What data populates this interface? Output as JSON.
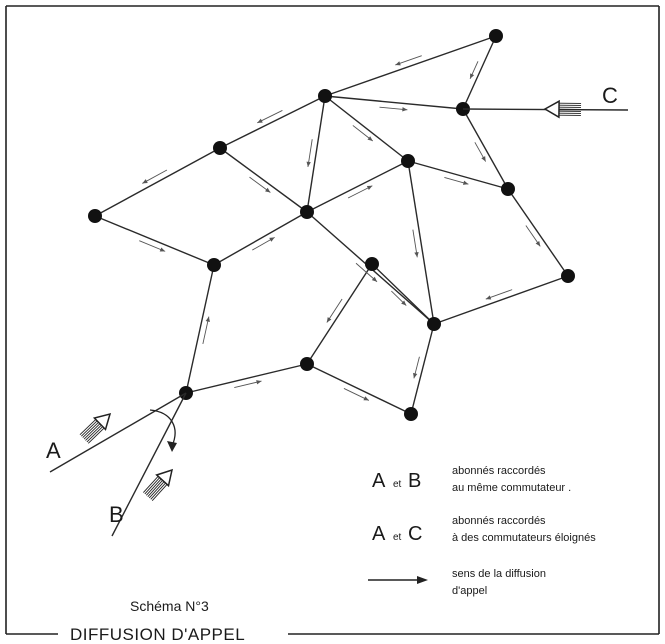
{
  "diagram": {
    "frame": true,
    "colors": {
      "ink": "#1a1a1a",
      "node": "#111111",
      "paper": "#ffffff"
    },
    "nodes": [
      {
        "id": "n_top"
      },
      {
        "id": "n_ul"
      },
      {
        "id": "n_c"
      },
      {
        "id": "n_l1"
      },
      {
        "id": "n_l2"
      },
      {
        "id": "n_ml"
      },
      {
        "id": "n_r1"
      },
      {
        "id": "n_cr"
      },
      {
        "id": "n_r2"
      },
      {
        "id": "n_cl"
      },
      {
        "id": "n_mr"
      },
      {
        "id": "n_far_r"
      },
      {
        "id": "n_ctr_low"
      },
      {
        "id": "n_low_mid"
      },
      {
        "id": "n_bottom"
      },
      {
        "id": "n_hub"
      }
    ],
    "terminals": [
      {
        "label": "A"
      },
      {
        "label": "B"
      },
      {
        "label": "C"
      }
    ],
    "legend": [
      {
        "symbol": {
          "first": "A",
          "conj": "et",
          "second": "B"
        },
        "text": [
          "abonnés raccordés",
          "au même commutateur ."
        ]
      },
      {
        "symbol": {
          "first": "A",
          "conj": "et",
          "second": "C"
        },
        "text": [
          "abonnés raccordés",
          "à des commutateurs éloignés"
        ]
      },
      {
        "symbol": {
          "arrow": "right-arrow"
        },
        "text": [
          "sens de la diffusion",
          "d'appel"
        ]
      }
    ],
    "caption": {
      "line1": "Schéma N°3",
      "line2": "DIFFUSION D'APPEL"
    }
  }
}
